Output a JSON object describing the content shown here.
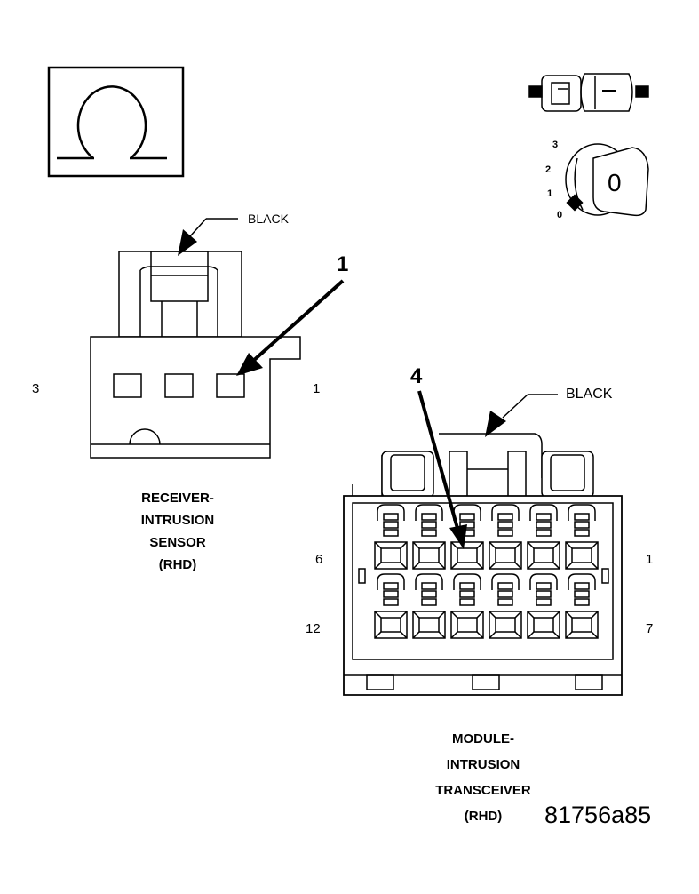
{
  "symbols": {
    "ohm_icon": "ohm-symbol",
    "connector_icon": "disconnect-connector-icon",
    "ignition_icon": "ignition-key-off-icon"
  },
  "ignition": {
    "positions": [
      "3",
      "2",
      "1",
      "0"
    ],
    "key_label": "0"
  },
  "receiver": {
    "color_label": "BLACK",
    "callout": "1",
    "pin_left": "3",
    "pin_right": "1",
    "title_lines": [
      "RECEIVER-",
      "INTRUSION",
      "SENSOR",
      "(RHD)"
    ]
  },
  "module": {
    "color_label": "BLACK",
    "callout": "4",
    "pin_row1_left": "6",
    "pin_row1_right": "1",
    "pin_row2_left": "12",
    "pin_row2_right": "7",
    "title_lines": [
      "MODULE-",
      "INTRUSION",
      "TRANSCEIVER",
      "(RHD)"
    ]
  },
  "figure_id": "81756a85"
}
